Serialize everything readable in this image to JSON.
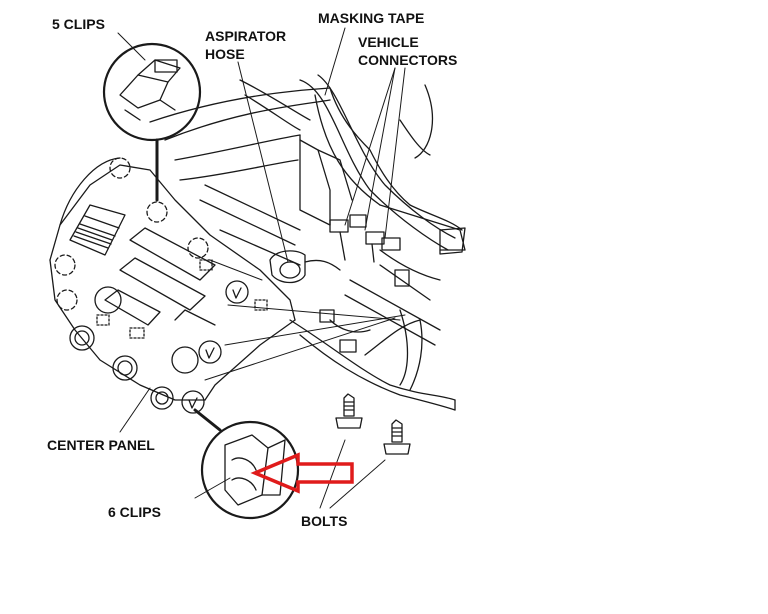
{
  "diagram": {
    "labels": {
      "five_clips": "5  CLIPS",
      "aspirator_hose_line1": "ASPIRATOR",
      "aspirator_hose_line2": "HOSE",
      "masking_tape": "MASKING TAPE",
      "vehicle_connectors_line1": "VEHICLE",
      "vehicle_connectors_line2": "CONNECTORS",
      "center_panel": "CENTER PANEL",
      "six_clips": "6 CLIPS",
      "bolts": "BOLTS"
    },
    "colors": {
      "line": "#1a1a1a",
      "arrow": "#e01b1b",
      "background": "#ffffff"
    }
  }
}
